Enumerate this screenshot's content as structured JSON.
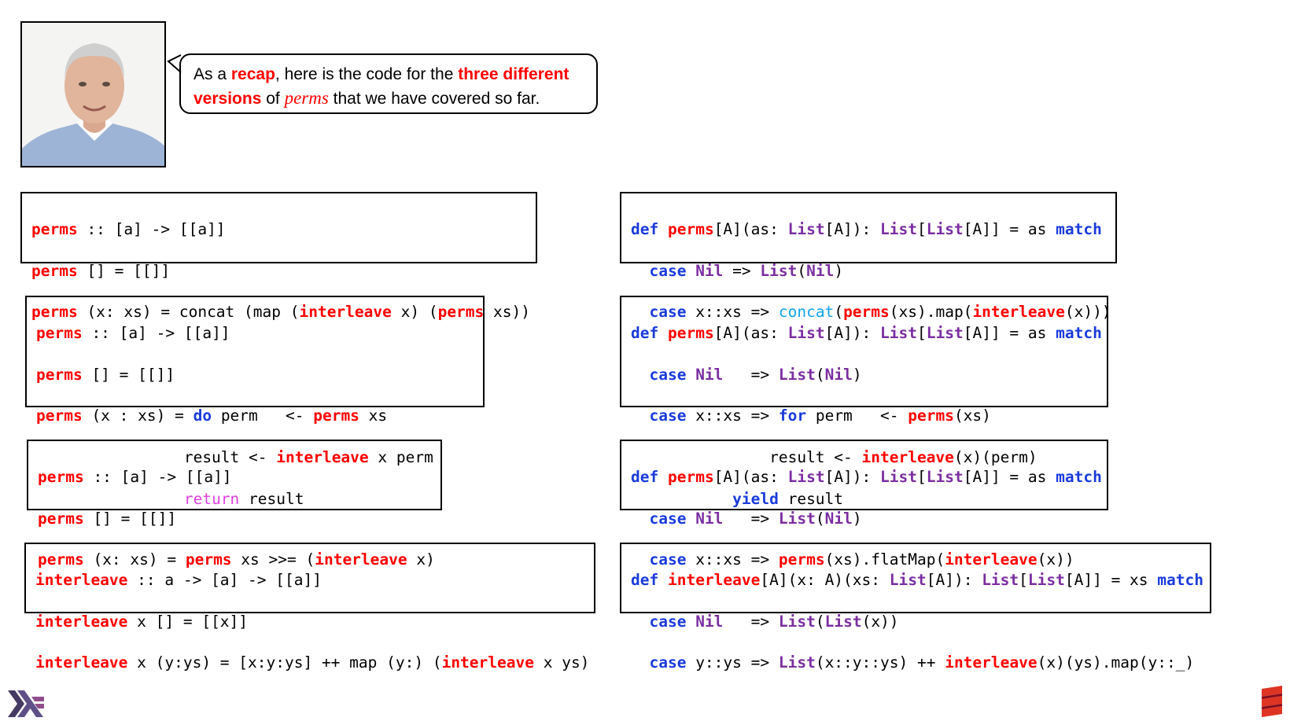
{
  "speech": {
    "part1": "As a ",
    "recap": "recap",
    "part2": ", here is the code for the ",
    "highlight": "three different versions",
    "part3": " of ",
    "term": "perms",
    "part4": "  that we have covered so far."
  },
  "haskell": {
    "v1": {
      "name": "perms",
      "sig": " :: [a] -> [[a]]",
      "base": " [] = [[]]",
      "rec_a": " (x: xs) = concat (map (",
      "interleave": "interleave",
      "rec_b": " x) (",
      "rec_c": " xs))"
    },
    "v2": {
      "name": "perms",
      "sig": " :: [a] -> [[a]]",
      "base": " [] = [[]]",
      "rec_a": " (x : xs) = ",
      "do": "do",
      "rec_b": " perm   <- ",
      "rec_c": " xs",
      "line4_a": "                result <- ",
      "interleave": "interleave",
      "line4_b": " x perm",
      "line5_a": "                ",
      "return": "return",
      "line5_b": " result"
    },
    "v3": {
      "name": "perms",
      "sig": " :: [a] -> [[a]]",
      "base": " [] = [[]]",
      "rec_a": " (x: xs) = ",
      "rec_b": " xs >>= (",
      "interleave": "interleave",
      "rec_c": " x)"
    },
    "interleave_def": {
      "name": "interleave",
      "sig": " :: a -> [a] -> [[a]]",
      "base": " x [] = [[x]]",
      "rec_a": " x (y:ys) = [x:y:ys] ++ map (y:) (",
      "rec_b": " x ys)"
    }
  },
  "scala": {
    "v1": {
      "def": "def",
      "name": "perms",
      "h1": "[A](as: ",
      "list": "List",
      "h2": "[A]): ",
      "h3": "[",
      "h4": "[A]] = as ",
      "match": "match",
      "case": "case",
      "nil": "Nil",
      "c1a": " ",
      "c1b": " => ",
      "c1c": "(",
      "c1d": ")",
      "c2a": " x::xs => ",
      "concat": "concat",
      "c2b": "(",
      "c2c": "(xs).map(",
      "interleave": "interleave",
      "c2d": "(x)))"
    },
    "v2": {
      "c1b": "   => ",
      "c2a": " x::xs => ",
      "for": "for",
      "c2b": " perm   <- ",
      "c2c": "(xs)",
      "l4a": "               result <- ",
      "l4b": "(x)(perm)",
      "l5a": "           ",
      "yield": "yield",
      "l5b": " result"
    },
    "v3": {
      "c1b": "   => ",
      "c2a": " x::xs => ",
      "c2b": "(xs).flatMap(",
      "c2c": "(x))"
    },
    "interleave_def": {
      "name": "interleave",
      "h1": "[A](x: A)(xs: ",
      "h2": "[A]): ",
      "h3": "[",
      "h4": "[A]] = xs ",
      "c1b": "   => ",
      "c1c": "(",
      "c1d": "(x))",
      "c2a": " y::ys => ",
      "c2b": "(x::y::ys) ++ ",
      "c2c": "(x)(ys).map(y::_)"
    }
  },
  "colors": {
    "function_name": "#ff0000",
    "keyword": "#1a3bdb",
    "type": "#7b2fa0",
    "concat": "#11a3e8",
    "return": "#e040e0",
    "scala_logo": "#de3423",
    "haskell_logo": "#453a62"
  },
  "icons": [
    "presenter-photo",
    "haskell-logo-icon",
    "scala-logo-icon"
  ]
}
